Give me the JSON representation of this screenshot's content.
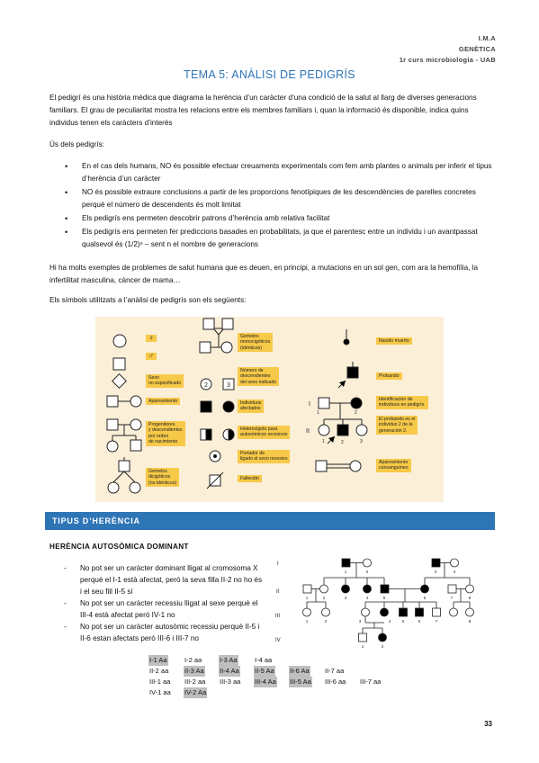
{
  "header": {
    "line1": "I.M.A",
    "line2": "GENÈTICA",
    "line3": "1r curs microbiologia - UAB"
  },
  "title": "TEMA 5: ANÀLISI DE PEDIGRÍS",
  "intro": "El pedigrí és una història mèdica que diagrama la herència d’un caràcter d’una condició de la salut al llarg de diverses generacions familiars. El grau de peculiaritat mostra les relacions entre els membres familiars i, quan la informació és disponible, indica quins individus tenen els caràcters d’interès",
  "uses_heading": "Ús dels pedigrís:",
  "uses": [
    "En el cas dels humans, NO és possible efectuar creuaments experimentals com fem amb plantes o animals per inferir el tipus d’herència d’un caràcter",
    "NO és possible extraure conclusions a partir de les proporcions fenotípiques de les descendències de parelles concretes perquè el número de descendents és molt limitat",
    "Els pedigrís ens permeten descobrir patrons d’herència amb relativa facilitat",
    "Els pedigrís ens permeten fer prediccions basades en probabilitats, ja que el parentesc entre un individu i un avantpassat qualsevol és (1/2)ⁿ – sent n el nombre de generacions"
  ],
  "examples": "Hi ha molts exemples de problemes de salut humana que es deuen, en principi, a mutacions en un sol gen, com ara la hemofília, la infertilitat masculina, càncer de mama…",
  "symbols_intro": "Els símbols utilitzats a l’anàlisi de pedigrís son els següents:",
  "figure": {
    "labels": {
      "female": "♀",
      "male": "♂",
      "unknown_sex": "Sexo\nno especificado",
      "mating": "Apareamiento",
      "progeny": "Progenitores\ny descendientes\npor orden\nde nacimiento",
      "dizygotic": "Gemelos\ndicigóticos\n(no idénticos)",
      "monozygotic": "Gemelos\nmonocigóticos\n(idénticos)",
      "number": "Número de\ndescendientes\ndel sexo indicado",
      "affected": "Individuos\nafectados",
      "heterozygote": "Heterocigoto para\nautosómicos recesivos",
      "carrier": "Portador de\nligado al sexo recesivo",
      "deceased": "Fallecido",
      "stillbirth": "Nacido muerto",
      "proband": "Probando",
      "identification": "Identificación de\nindividuos en pedigrís.",
      "proband_note": "El probando es el\nindividuo 2 de la\ngeneración 2.",
      "consanguineous": "Apareamiento\nconsanguíneo"
    },
    "glyphs": {
      "num_2": "2",
      "num_3": "3",
      "gen_I": "I",
      "gen_II": "II",
      "n1": "1",
      "n2": "2",
      "n3": "3"
    }
  },
  "section": "TIPUS D’HERÈNCIA",
  "subsection": "HERÈNCIA AUTOSÒMICA DOMINANT",
  "reasons": [
    "No pot ser un caràcter dominant lligat al cromosoma X perquè el I-1 està afectat, però la seva filla II-2 no ho és i el seu fill II-5 sí",
    "No pot ser un caràcter recessiu lligat al sexe perquè el III-4 està afectat però IV-1 no",
    "No pot ser un caràcter autosòmic recessiu perquè II-5 i II-6 estan afectats però III-6 i III-7 no"
  ],
  "genotypes": [
    [
      {
        "t": "I-1 Aa",
        "h": true
      },
      {
        "t": "I-2 aa",
        "h": false
      },
      {
        "t": "I-3 Aa",
        "h": true
      },
      {
        "t": "I-4 aa",
        "h": false
      }
    ],
    [
      {
        "t": "II-2 aa",
        "h": false
      },
      {
        "t": "II-3 Aa",
        "h": true
      },
      {
        "t": "II-4 Aa",
        "h": true
      },
      {
        "t": "II-5 Aa",
        "h": true
      },
      {
        "t": "II-6 Aa",
        "h": true
      },
      {
        "t": "II-7 aa",
        "h": false
      }
    ],
    [
      {
        "t": "III-1 aa",
        "h": false
      },
      {
        "t": "III-2 aa",
        "h": false
      },
      {
        "t": "III-3 aa",
        "h": false
      },
      {
        "t": "III-4 Aa",
        "h": true
      },
      {
        "t": "III-5 Aa",
        "h": true
      },
      {
        "t": "III-6 aa",
        "h": false
      },
      {
        "t": "III-7 aa",
        "h": false
      }
    ],
    [
      {
        "t": "IV-1 aa",
        "h": false
      },
      {
        "t": "IV-2 Aa",
        "h": true
      }
    ]
  ],
  "pedigree": {
    "gen_labels": [
      "I",
      "II",
      "III",
      "IV"
    ],
    "nums": [
      "1",
      "2",
      "3",
      "4",
      "1",
      "2",
      "3",
      "4",
      "5",
      "6",
      "7",
      "8",
      "1",
      "2",
      "3",
      "4",
      "5",
      "6",
      "7",
      "8",
      "1",
      "2"
    ]
  },
  "page_number": "33"
}
